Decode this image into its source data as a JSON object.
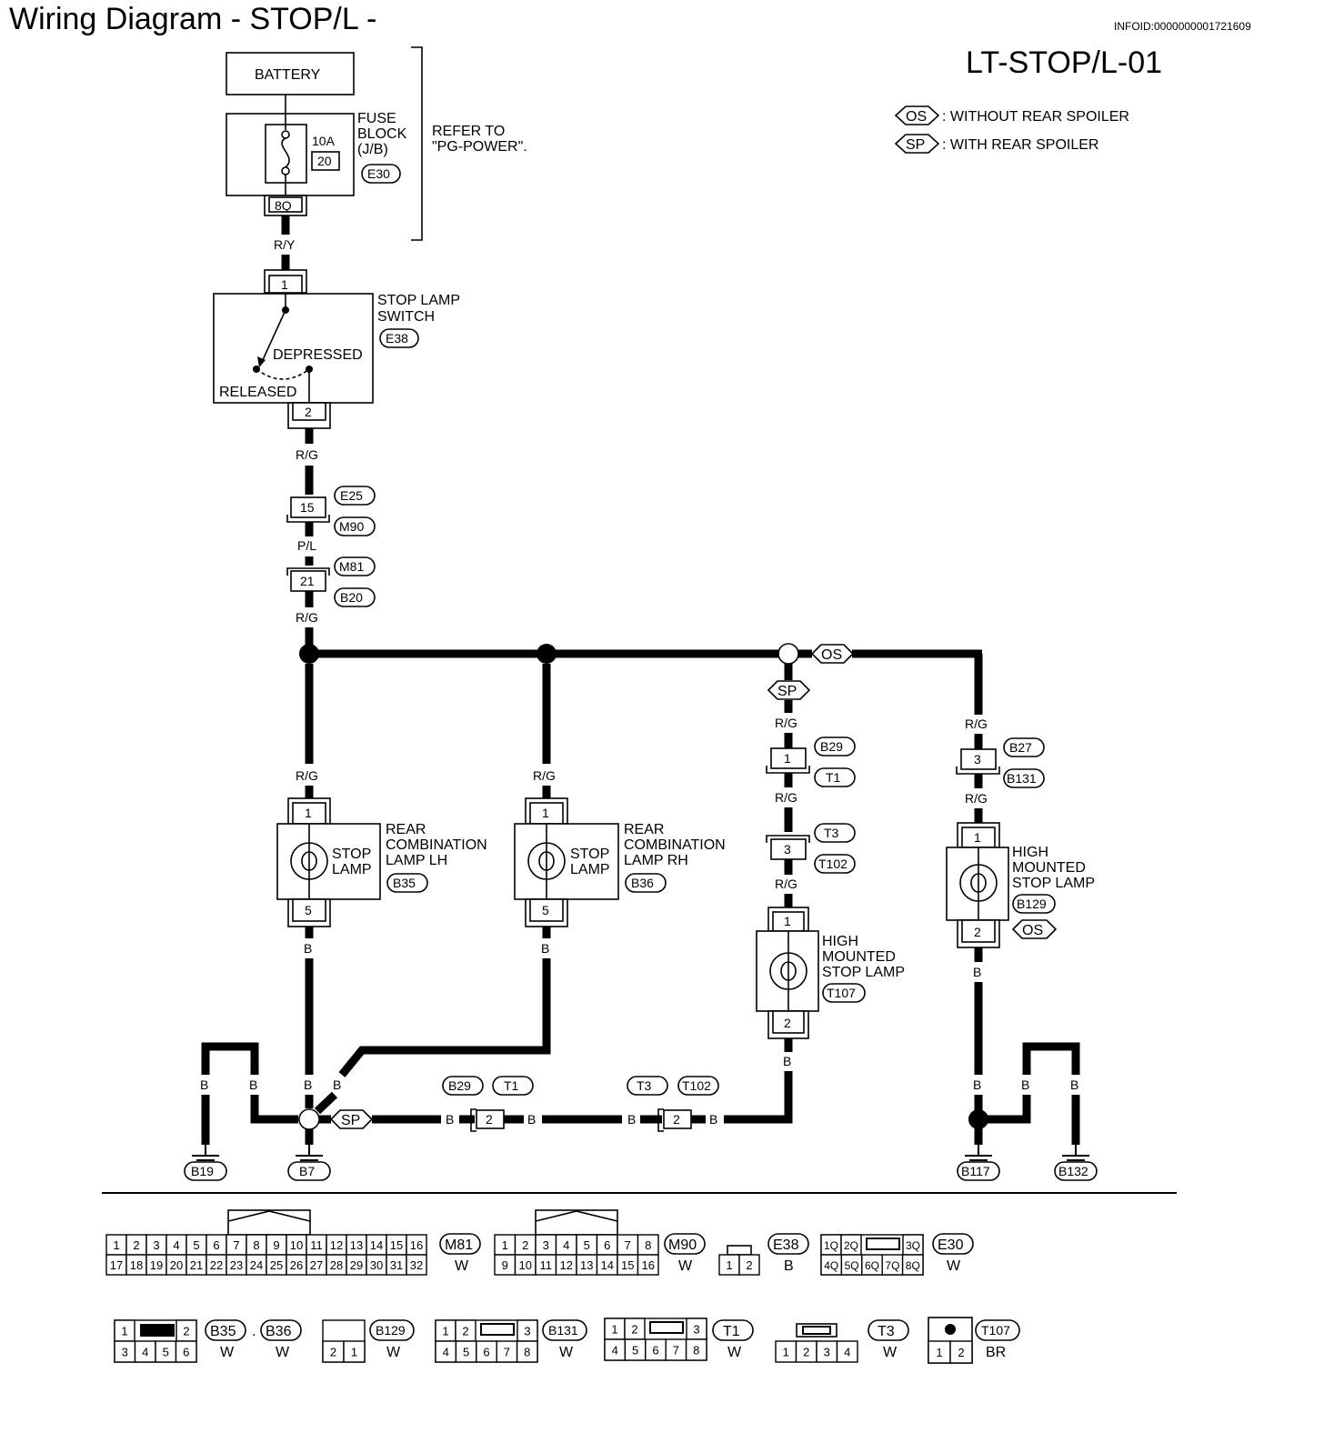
{
  "header": {
    "title": "Wiring Diagram - STOP/L -",
    "info_id": "INFOID:0000000001721609",
    "diagram_code": "LT-STOP/L-01"
  },
  "legend": [
    {
      "tag": "OS",
      "text": ": WITHOUT REAR SPOILER"
    },
    {
      "tag": "SP",
      "text": ": WITH REAR SPOILER"
    }
  ],
  "components": {
    "battery": "BATTERY",
    "fuse_block": {
      "lines": [
        "FUSE",
        "BLOCK",
        "(J/B)"
      ],
      "connector": "E30",
      "amp": "10A",
      "fuse_no": "20",
      "terminal": "8Q"
    },
    "refer_to": [
      "REFER TO",
      "\"PG-POWER\"."
    ],
    "stop_lamp_switch": {
      "lines": [
        "STOP LAMP",
        "SWITCH"
      ],
      "connector": "E38",
      "depressed": "DEPRESSED",
      "released": "RELEASED",
      "pin_in": "1",
      "pin_out": "2"
    },
    "lamp_lh": {
      "lines": [
        "REAR",
        "COMBINATION",
        "LAMP LH"
      ],
      "inner": [
        "STOP",
        "LAMP"
      ],
      "connector": "B35",
      "pin_in": "1",
      "pin_out": "5"
    },
    "lamp_rh": {
      "lines": [
        "REAR",
        "COMBINATION",
        "LAMP RH"
      ],
      "inner": [
        "STOP",
        "LAMP"
      ],
      "connector": "B36",
      "pin_in": "1",
      "pin_out": "5"
    },
    "hmsl_sp": {
      "lines": [
        "HIGH",
        "MOUNTED",
        "STOP LAMP"
      ],
      "connector": "T107",
      "pin_in": "1",
      "pin_out": "2"
    },
    "hmsl_os": {
      "lines": [
        "HIGH",
        "MOUNTED",
        "STOP LAMP"
      ],
      "connector": "B129",
      "tag": "OS",
      "pin_in": "1",
      "pin_out": "2"
    }
  },
  "inline_connectors": [
    {
      "pin": "15",
      "top": "E25",
      "bottom": "M90"
    },
    {
      "pin": "21",
      "top": "M81",
      "bottom": "B20"
    },
    {
      "pin": "1",
      "top": "B29",
      "bottom": "T1"
    },
    {
      "pin": "3",
      "top": "T3",
      "bottom": "T102"
    },
    {
      "pin": "3",
      "top": "B27",
      "bottom": "B131"
    },
    {
      "pin": "2",
      "top": "B29",
      "bottom": "T1"
    },
    {
      "pin": "2",
      "top": "T3",
      "bottom": "T102"
    }
  ],
  "wire_colors": {
    "ry": "R/Y",
    "rg": "R/G",
    "pl": "P/L",
    "b": "B"
  },
  "junction_tags": {
    "os": "OS",
    "sp_upper": "SP",
    "sp_lower": "SP"
  },
  "grounds": [
    "B19",
    "B7",
    "B117",
    "B132"
  ],
  "connector_views": [
    {
      "id": "M81",
      "color": "W",
      "rows": [
        [
          "1",
          "2",
          "3",
          "4",
          "5",
          "6",
          "7",
          "8",
          "9",
          "10",
          "11",
          "12",
          "13",
          "14",
          "15",
          "16"
        ],
        [
          "17",
          "18",
          "19",
          "20",
          "21",
          "22",
          "23",
          "24",
          "25",
          "26",
          "27",
          "28",
          "29",
          "30",
          "31",
          "32"
        ]
      ]
    },
    {
      "id": "M90",
      "color": "W",
      "rows": [
        [
          "1",
          "2",
          "3",
          "4",
          "5",
          "6",
          "7",
          "8"
        ],
        [
          "9",
          "10",
          "11",
          "12",
          "13",
          "14",
          "15",
          "16"
        ]
      ]
    },
    {
      "id": "E38",
      "color": "B",
      "rows": [
        [
          "1",
          "2"
        ]
      ]
    },
    {
      "id": "E30",
      "color": "W",
      "rows": [
        [
          "1Q",
          "2Q",
          "3Q"
        ],
        [
          "4Q",
          "5Q",
          "6Q",
          "7Q",
          "8Q"
        ]
      ]
    },
    {
      "id": "B35",
      "id2": "B36",
      "sep": ".",
      "color": "W",
      "color2": "W",
      "rows": [
        [
          "1",
          "2"
        ],
        [
          "3",
          "4",
          "5",
          "6"
        ]
      ]
    },
    {
      "id": "B129",
      "color": "W",
      "rows": [
        [
          "2",
          "1"
        ]
      ]
    },
    {
      "id": "B131",
      "color": "W",
      "rows": [
        [
          "1",
          "2",
          "3"
        ],
        [
          "4",
          "5",
          "6",
          "7",
          "8"
        ]
      ]
    },
    {
      "id": "T1",
      "color": "W",
      "rows": [
        [
          "1",
          "2",
          "3"
        ],
        [
          "4",
          "5",
          "6",
          "7",
          "8"
        ]
      ]
    },
    {
      "id": "T3",
      "color": "W",
      "rows": [
        [
          "1",
          "2",
          "3",
          "4"
        ]
      ]
    },
    {
      "id": "T107",
      "color": "BR",
      "rows": [
        [
          "1",
          "2"
        ]
      ]
    }
  ]
}
